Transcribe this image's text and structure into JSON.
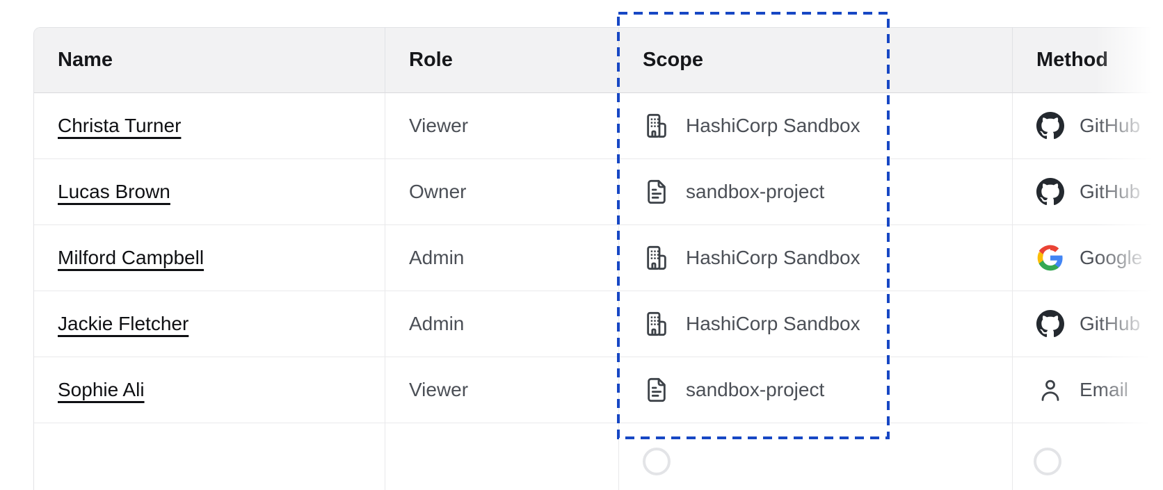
{
  "table": {
    "columns": [
      {
        "id": "name",
        "label": "Name"
      },
      {
        "id": "role",
        "label": "Role"
      },
      {
        "id": "scope",
        "label": "Scope"
      },
      {
        "id": "method",
        "label": "Method"
      }
    ],
    "rows": [
      {
        "name": "Christa Turner",
        "role": "Viewer",
        "scope": "HashiCorp Sandbox",
        "scope_icon": "organization-icon",
        "method": "GitHub",
        "method_icon": "github-icon"
      },
      {
        "name": "Lucas Brown",
        "role": "Owner",
        "scope": "sandbox-project",
        "scope_icon": "project-icon",
        "method": "GitHub",
        "method_icon": "github-icon"
      },
      {
        "name": "Milford Campbell",
        "role": "Admin",
        "scope": "HashiCorp Sandbox",
        "scope_icon": "organization-icon",
        "method": "Google",
        "method_icon": "google-icon"
      },
      {
        "name": "Jackie Fletcher",
        "role": "Admin",
        "scope": "HashiCorp Sandbox",
        "scope_icon": "organization-icon",
        "method": "GitHub",
        "method_icon": "github-icon"
      },
      {
        "name": "Sophie Ali",
        "role": "Viewer",
        "scope": "sandbox-project",
        "scope_icon": "project-icon",
        "method": "Email",
        "method_icon": "email-icon"
      }
    ]
  },
  "selection": {
    "target": "scope-column",
    "style": "dashed-rectangle",
    "color": "#1747c4"
  },
  "colors": {
    "header_bg": "#f2f2f3",
    "row_border": "#e9e9eb",
    "icon_slate": "#3d4248",
    "github_black": "#24292f",
    "google_blue": "#4285f4",
    "google_green": "#34a853",
    "google_yellow": "#fbbc05",
    "google_red": "#ea4335"
  }
}
